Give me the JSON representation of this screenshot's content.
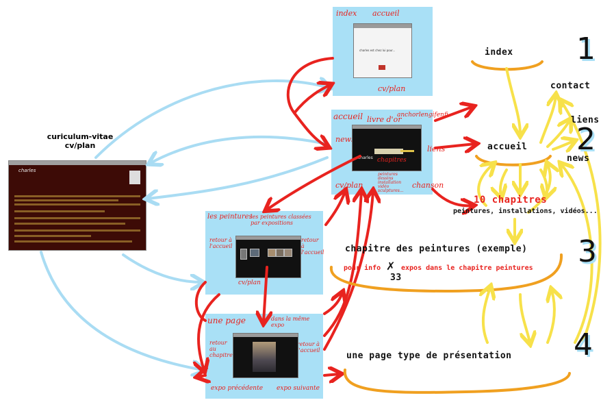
{
  "nodes": {
    "index": "index",
    "contact": "contact",
    "liens": "liens",
    "accueil": "accueil",
    "news": "news",
    "chapitres": "10 chapitres",
    "chapitres_sub": "peintures, installations, vidéos...",
    "chapitre_peintures": "chapitre des peintures (exemple)",
    "pour_info_a": "pour info",
    "pour_info_b": "expos dans le chapitre peintures",
    "count": "33",
    "page_type": "une page type de présentation",
    "cv_title": "curiculum-vitae",
    "cv_sub": "cv/plan"
  },
  "levels": [
    "1",
    "2",
    "3",
    "4"
  ],
  "annotations": {
    "index_title": "index",
    "index_accueil": "accueil",
    "index_cvplan": "cv/plan",
    "index_screen_text": "charles est chez lui pour...",
    "accueil_title": "accueil",
    "accueil_livre": "livre d'or",
    "accueil_anchor": "anchorlengifenfi",
    "accueil_news": "news",
    "accueil_liens": "liens",
    "accueil_cvplan": "cv/plan",
    "accueil_chanson": "chanson",
    "accueil_chapitres": "chapitres",
    "accueil_chapitres_list": [
      "peintures",
      "dessins",
      "installation",
      "vidéo",
      "sculptures..."
    ],
    "peint_title": "les peintures",
    "peint_classees": "les peintures classées par expositions",
    "peint_retour_l": "retour à l'accueil",
    "peint_retour_r": "retour à l'accueil",
    "peint_cvplan": "cv/plan",
    "page_title": "une page",
    "page_meme": "dans la même expo",
    "page_retour_chap": "retour au chapitre",
    "page_retour_acc": "retour à l'accueil",
    "page_prev": "expo précédente",
    "page_next": "expo suivante"
  },
  "screen_labels": {
    "charles": "charles",
    "cv_header": "charles"
  },
  "colors": {
    "panel": "#a9e0f6",
    "red_arrow": "#e8231f",
    "blue_arrow": "#a9dcf3",
    "orange": "#f0a020",
    "yellow": "#f7e14a"
  }
}
